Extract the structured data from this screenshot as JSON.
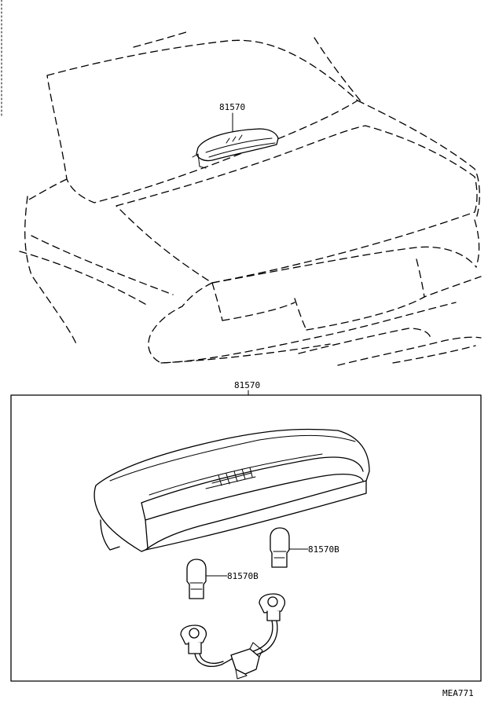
{
  "labels": {
    "top_part": "81570",
    "box_part": "81570",
    "bulb_right": "81570B",
    "bulb_left": "81570B",
    "figure_code": "MEA771"
  }
}
